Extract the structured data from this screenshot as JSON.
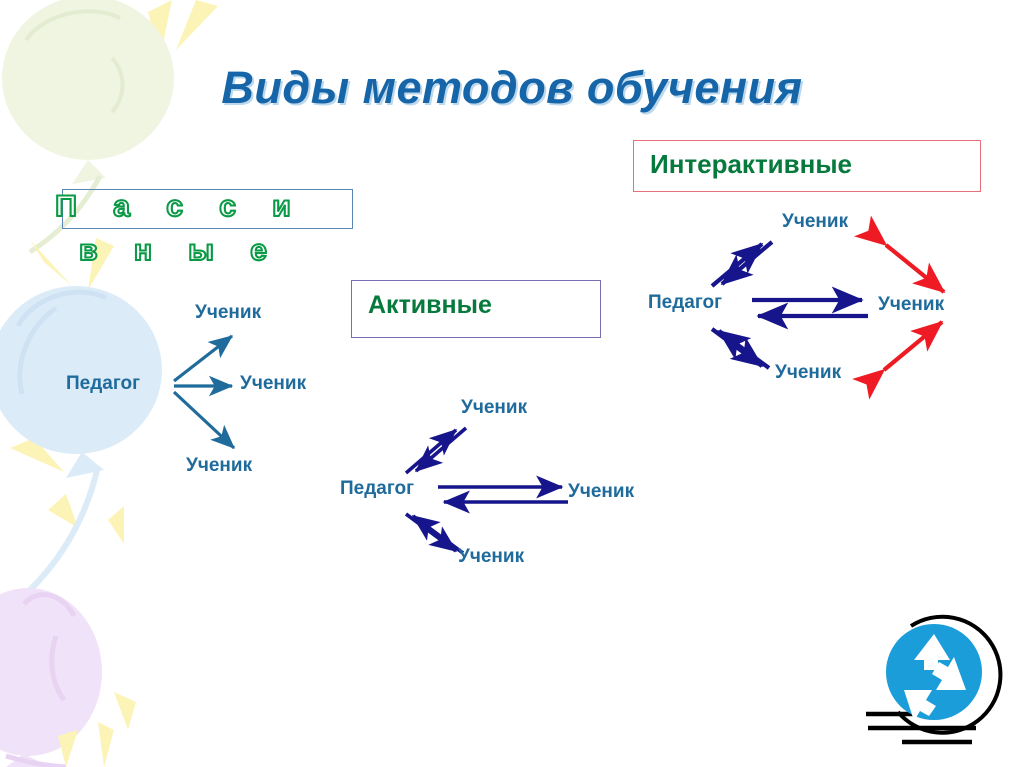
{
  "slide": {
    "title": "Виды методов обучения",
    "title_color": "#1565a8",
    "background_color": "#ffffff"
  },
  "categories": {
    "passive": {
      "label_line1": "П а с с и",
      "label_line2": "в н ы е",
      "full_label": "Пассивные",
      "text_color": "#0a9a46",
      "border_color": "#5b87b5"
    },
    "active": {
      "label": "Активные",
      "text_color": "#067a3c",
      "border_color": "#7b6bb0"
    },
    "interactive": {
      "label": "Интерактивные",
      "text_color": "#067a3c",
      "border_color": "#e8707c"
    }
  },
  "diagrams": {
    "passive": {
      "teacher": "Педагог",
      "student_top": "Ученик",
      "student_middle": "Ученик",
      "student_bottom": "Ученик",
      "arrow_color": "#1f6b9c",
      "arrow_style": "one-way"
    },
    "active": {
      "teacher": "Педагог",
      "student_top": "Ученик",
      "student_right": "Ученик",
      "student_bottom": "Ученик",
      "arrow_color": "#17158c",
      "arrow_style": "two-way-paired"
    },
    "interactive": {
      "teacher": "Педагог",
      "student_top": "Ученик",
      "student_right": "Ученик",
      "student_bottom": "Ученик",
      "arrow_color": "#17158c",
      "peer_arrow_color": "#ee1b24",
      "arrow_style": "two-way-paired-plus-peer"
    }
  },
  "decorations": {
    "balloon_green": "#edf4dc",
    "balloon_blue": "#dceaf7",
    "balloon_purple": "#f0e0f5",
    "rays": "#fcf3b4"
  },
  "logo": {
    "name": "recycle-logo",
    "circle_color": "#1a9dd9",
    "arc_color": "#000000"
  }
}
